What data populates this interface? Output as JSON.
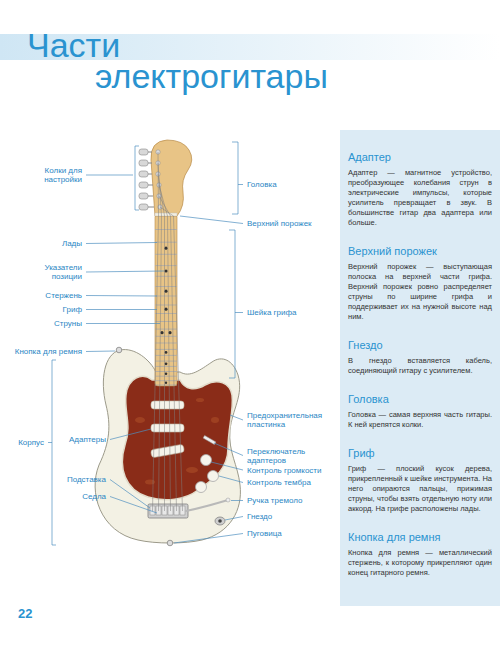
{
  "diagram": {
    "title": "Части электрогитары",
    "nodes": [
      {
        "text": [
          "Адаптер",
          "Адаптер — магнитное устройство, преобразующее колебания струн в электрические импульсы, которые усилитель превращает в звук. В большинстве гитар два адаптера или больше.",
          "Верхний порожек",
          "Верхний порожек — выступающая полоска на верхней части грифа. Верхний порожек ровно распределяет струны по ширине грифа и поддерживает их на нужной высоте над ним.",
          "Гнездо",
          "В гнездо вставляется кабель, соединяющий гитару с усилителем.",
          "Головка",
          "Головка — самая верхняя часть гитары. К ней крепятся колки.",
          "Гриф",
          "Гриф — плоский кусок дерева, прикрепленный к шейке инструмента. На него опираются пальцы, прижимая струны, чтобы взять отдельную ноту или аккорд. На грифе расположены лады.",
          "Кнопка для ремня",
          "Кнопка для ремня — металлический стержень, к которому прикрепляют один конец гитарного ремня."
        ]
      }
    ],
    "labels": [
      "Колки для настройки",
      "Головка",
      "Верхний порожек",
      "Лады",
      "Указатели позиции",
      "Стержень",
      "Гриф",
      "Шейка грифа",
      "Струны",
      "Кнопка для ремня",
      "Предохранительная пластинка",
      "Адаптеры",
      "Корпус",
      "Переключатель адаптеров",
      "Контроль громкости",
      "Подставка",
      "Контроль тембра",
      "Седла",
      "Ручка тремоло",
      "Гнездо",
      "Пуговица",
      "22"
    ]
  }
}
